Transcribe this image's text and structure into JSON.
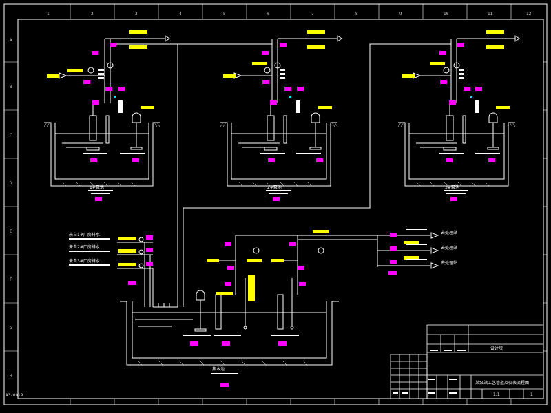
{
  "app": {
    "title": "CAD drawing – process piping & instrumentation (pump pits)"
  },
  "frame": {
    "column_marks": [
      "1",
      "2",
      "3",
      "4",
      "5",
      "6",
      "7",
      "8",
      "9",
      "10",
      "11",
      "12"
    ],
    "row_marks": [
      "A",
      "B",
      "C",
      "D",
      "E",
      "F",
      "G",
      "H"
    ],
    "corner_label": "A3-0019"
  },
  "title_block": {
    "drawing_title": "某泵站工艺管道及仪表流程图",
    "company": "设计院",
    "sheet": "1",
    "scale": "1:1"
  },
  "colors": {
    "line": "#ffffff",
    "tag_fill": "#ff00ff",
    "label_fill": "#ffff00",
    "background": "#000000",
    "accent_cyan": "#00e5ff"
  },
  "units": [
    {
      "name": "unit-1-pit",
      "caption": "1#泵池"
    },
    {
      "name": "unit-2-pit",
      "caption": "2#泵池"
    },
    {
      "name": "unit-3-pit",
      "caption": "3#泵池"
    }
  ],
  "main_pit": {
    "caption": "集水池"
  },
  "inlet_labels": [
    "来自1#厂房排水",
    "来自2#厂房排水",
    "来自3#厂房排水"
  ],
  "outlet_labels": [
    "去处理站",
    "去处理站",
    "去处理站"
  ]
}
